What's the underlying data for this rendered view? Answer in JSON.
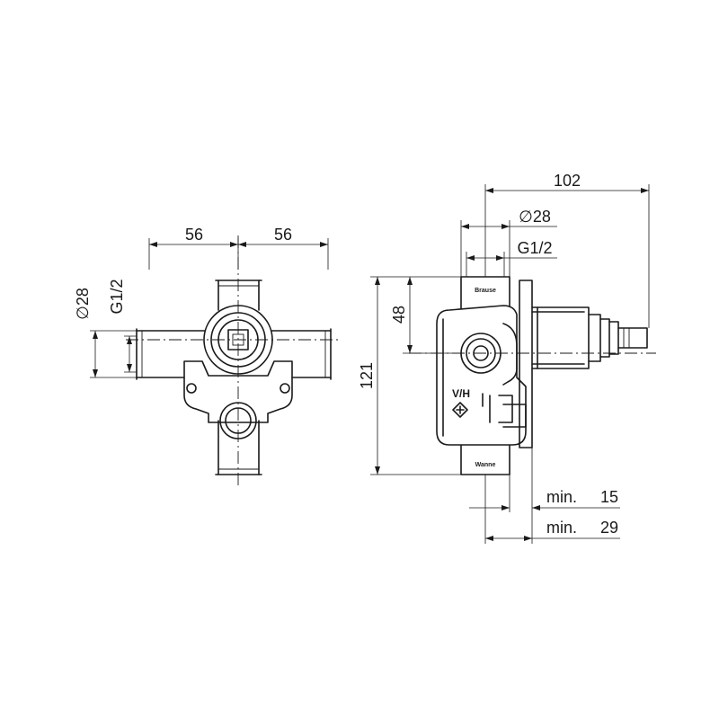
{
  "front_view": {
    "dim_left": "56",
    "dim_right": "56",
    "dim_outer_dia": "∅28",
    "dim_thread": "G1/2"
  },
  "side_view": {
    "dim_overall_depth": "102",
    "dim_outer_dia": "∅28",
    "dim_thread": "G1/2",
    "dim_top_offset": "48",
    "dim_height": "121",
    "dim_min_15_label": "min.",
    "dim_min_15_value": "15",
    "dim_min_29_label": "min.",
    "dim_min_29_value": "29",
    "marking_top": "Brause",
    "marking_bottom": "Wanne",
    "marking_vh": "V/H"
  }
}
